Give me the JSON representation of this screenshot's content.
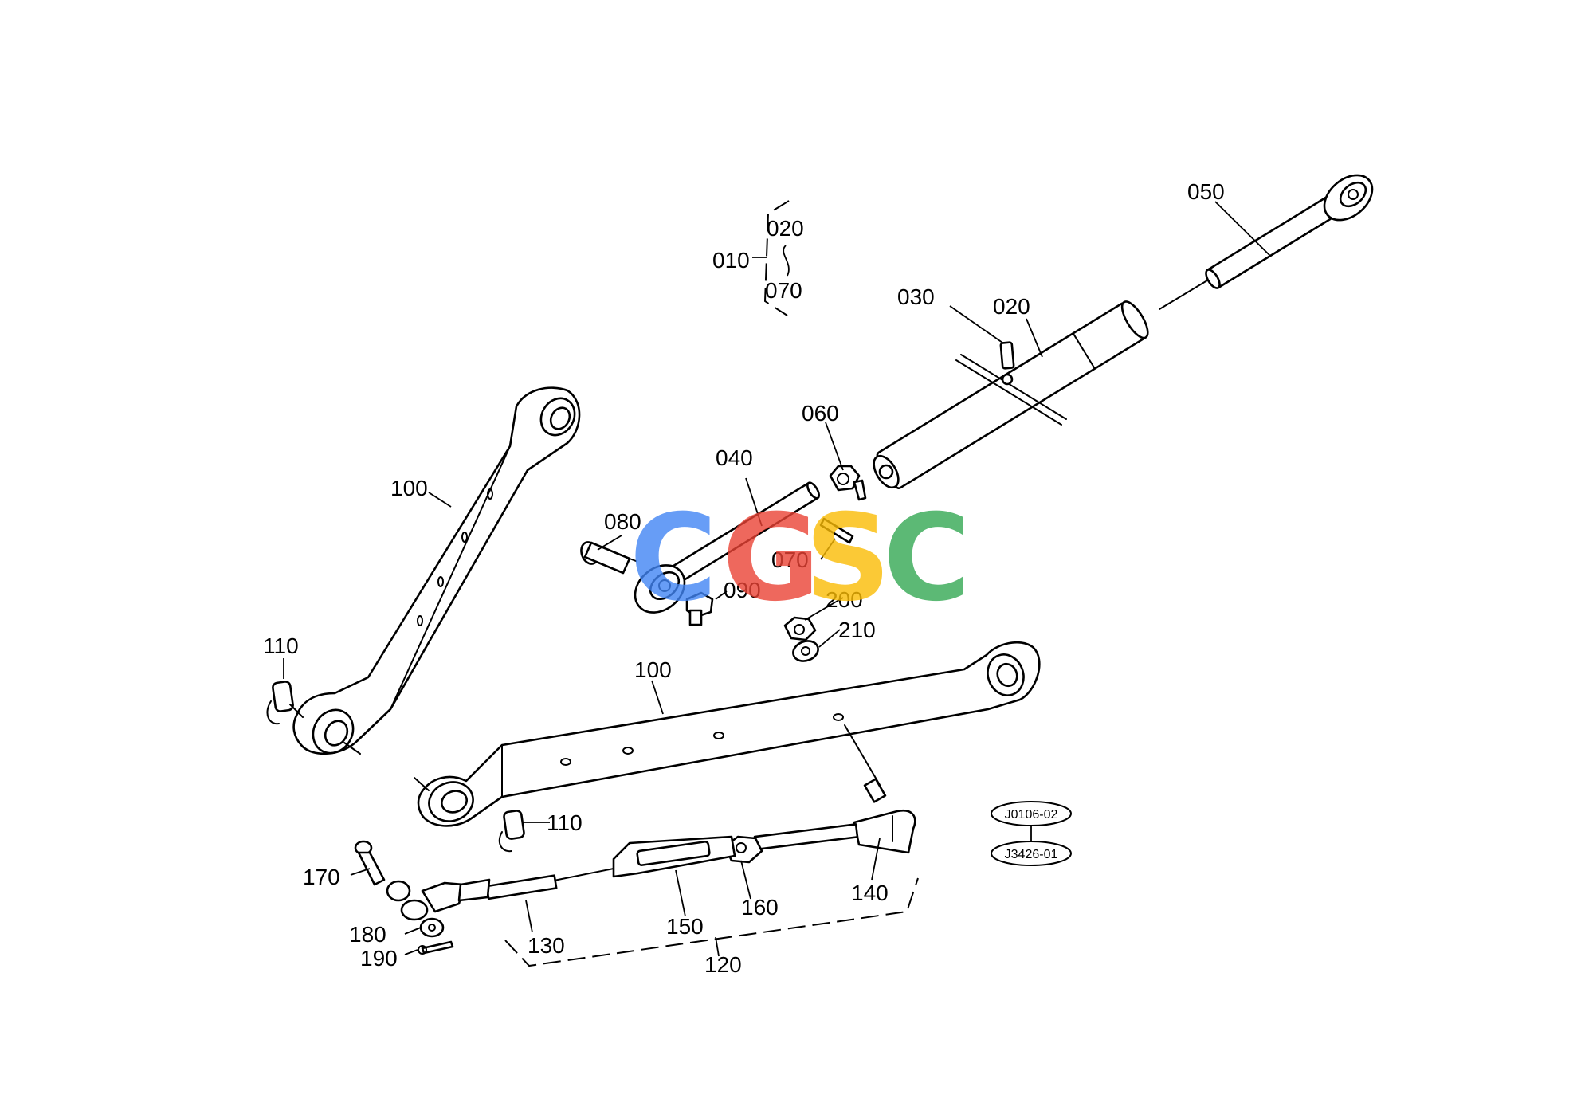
{
  "labels": {
    "l010": "010",
    "l020a": "020",
    "l070a": "070",
    "l050": "050",
    "l030": "030",
    "l020b": "020",
    "l060": "060",
    "l040": "040",
    "l080": "080",
    "l070b": "070",
    "l090": "090",
    "l200": "200",
    "l210": "210",
    "l100a": "100",
    "l100b": "100",
    "l110a": "110",
    "l110b": "110",
    "l170": "170",
    "l130": "130",
    "l150": "150",
    "l160": "160",
    "l140": "140",
    "l180": "180",
    "l190": "190",
    "l120": "120"
  },
  "refs": {
    "r1": "J0106-02",
    "r2": "J3426-01"
  },
  "watermark": {
    "letters": [
      "C",
      "G",
      "S",
      "C"
    ],
    "colors": [
      "#4285F4",
      "#EA4335",
      "#FBBC05",
      "#34A853"
    ]
  }
}
